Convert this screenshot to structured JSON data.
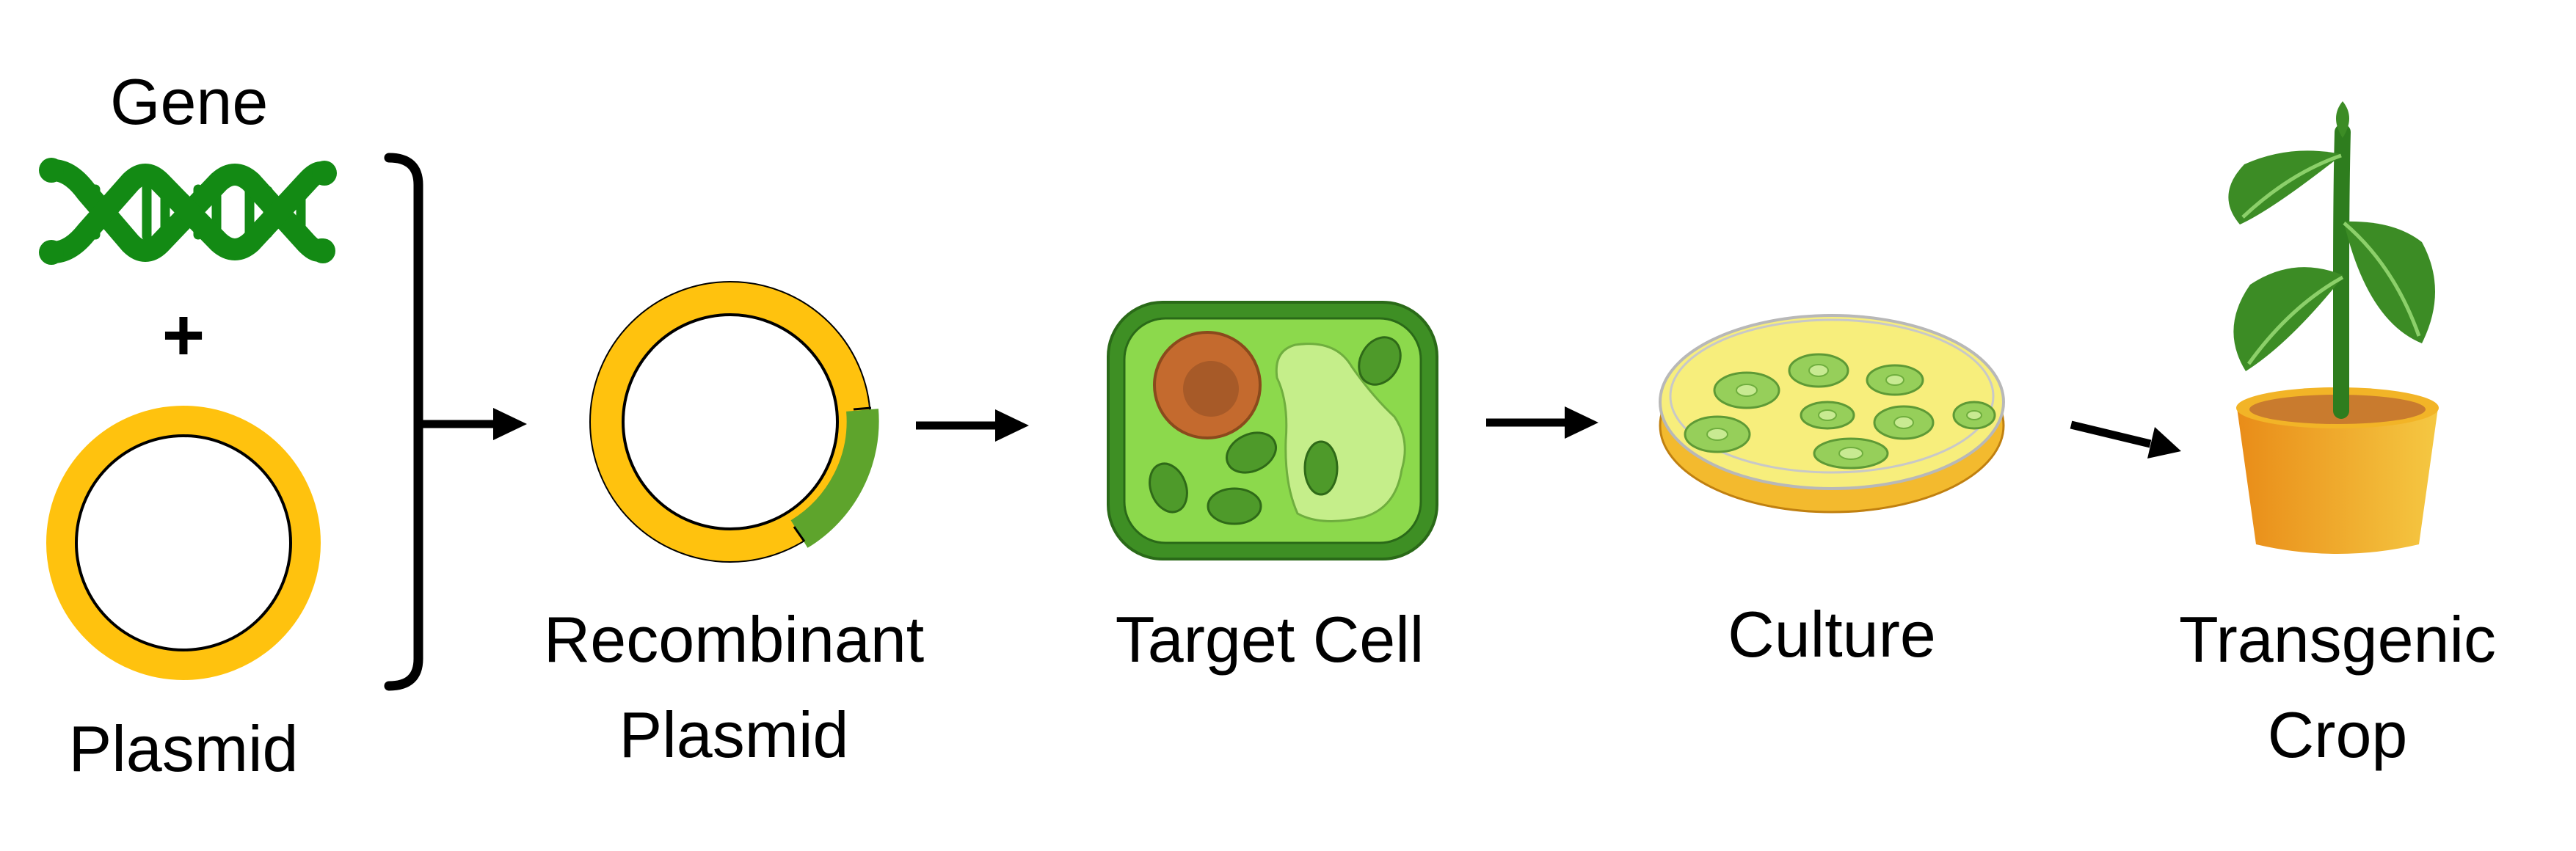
{
  "labels": {
    "gene": "Gene",
    "plus": "+",
    "plasmid": "Plasmid",
    "recombinant_line1": "Recombinant",
    "recombinant_line2": "Plasmid",
    "target_cell": "Target Cell",
    "culture": "Culture",
    "transgenic_line1": "Transgenic",
    "transgenic_line2": "Crop"
  },
  "colors": {
    "plasmid_yellow": "#FFC20E",
    "insert_green": "#5EA42C",
    "dna_green": "#138A14",
    "cell_wall": "#3E8F24",
    "cell_fill": "#8CD94C",
    "nucleus": "#C46A2E",
    "nucleolus": "#A75A28",
    "vacuole": "#C5EE8A",
    "chloroplast": "#4E9A2A",
    "agar": "#F7EE7C",
    "dish_rim": "#F3BA2E",
    "pot_light": "#F5C842",
    "pot_dark": "#E98C18",
    "soil": "#C97B2E",
    "stem": "#2E7D1E",
    "leaf": "#3C8C25",
    "arrow": "#000000"
  },
  "icons": [
    "dna-icon",
    "plasmid-icon",
    "recombinant-plasmid-icon",
    "plant-cell-icon",
    "petri-dish-icon",
    "potted-plant-icon"
  ]
}
